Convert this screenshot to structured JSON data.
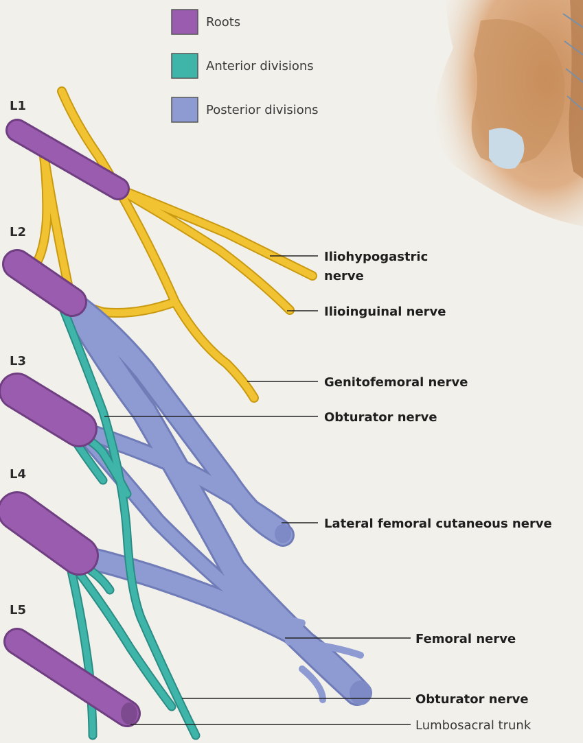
{
  "legend": {
    "roots": "Roots",
    "anterior": "Anterior divisions",
    "posterior": "Posterior divisions"
  },
  "levels": {
    "l1": "L1",
    "l2": "L2",
    "l3": "L3",
    "l4": "L4",
    "l5": "L5"
  },
  "labels": {
    "iliohypogastric_1": "Iliohypogastric",
    "iliohypogastric_2": "nerve",
    "ilioinguinal": "Ilioinguinal nerve",
    "genitofemoral": "Genitofemoral nerve",
    "obturator_upper": "Obturator nerve",
    "lateral_femoral": "Lateral femoral cutaneous nerve",
    "femoral": "Femoral nerve",
    "obturator_lower": "Obturator nerve",
    "lumbosacral": "Lumbosacral trunk"
  },
  "colors": {
    "roots": "#9a5cae",
    "anterior": "#3fb5aa",
    "posterior": "#8e9bd2",
    "nerve_yellow": "#f1c232",
    "background": "#f1f0ea",
    "bone": "#d9a878"
  }
}
